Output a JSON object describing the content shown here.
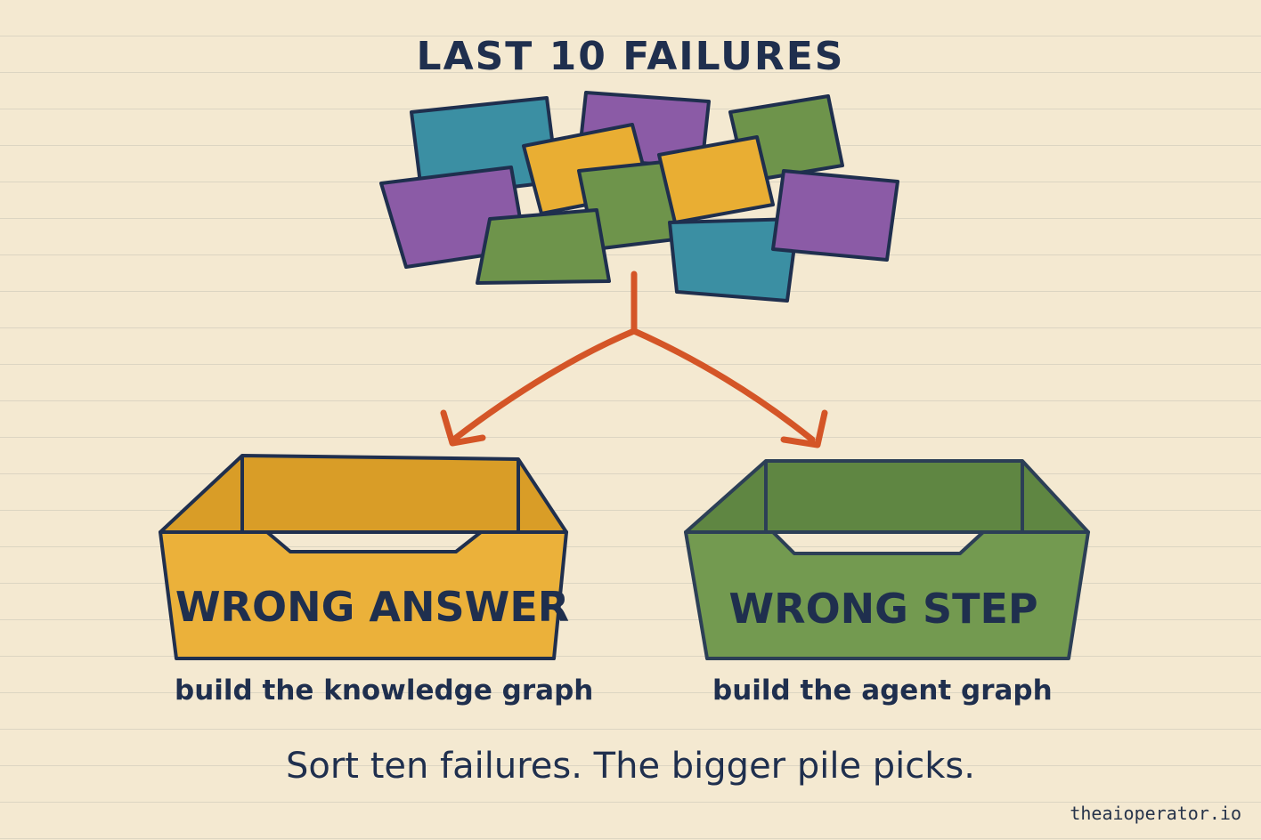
{
  "title": "LAST 10 FAILURES",
  "bins": [
    {
      "label": "WRONG ANSWER",
      "subtitle": "build the knowledge graph",
      "color": "#e9ae33"
    },
    {
      "label": "WRONG STEP",
      "subtitle": "build the agent graph",
      "color": "#6e944b"
    }
  ],
  "tagline": "Sort ten failures. The bigger pile picks.",
  "credit": "theaioperator.io",
  "colors": {
    "teal": "#3b8fa3",
    "purple": "#8b5ba6",
    "yellow": "#e9ae33",
    "green": "#6e944b",
    "arrow": "#d45527",
    "ink": "#1f2f4e",
    "paper": "#f4e9d1"
  }
}
